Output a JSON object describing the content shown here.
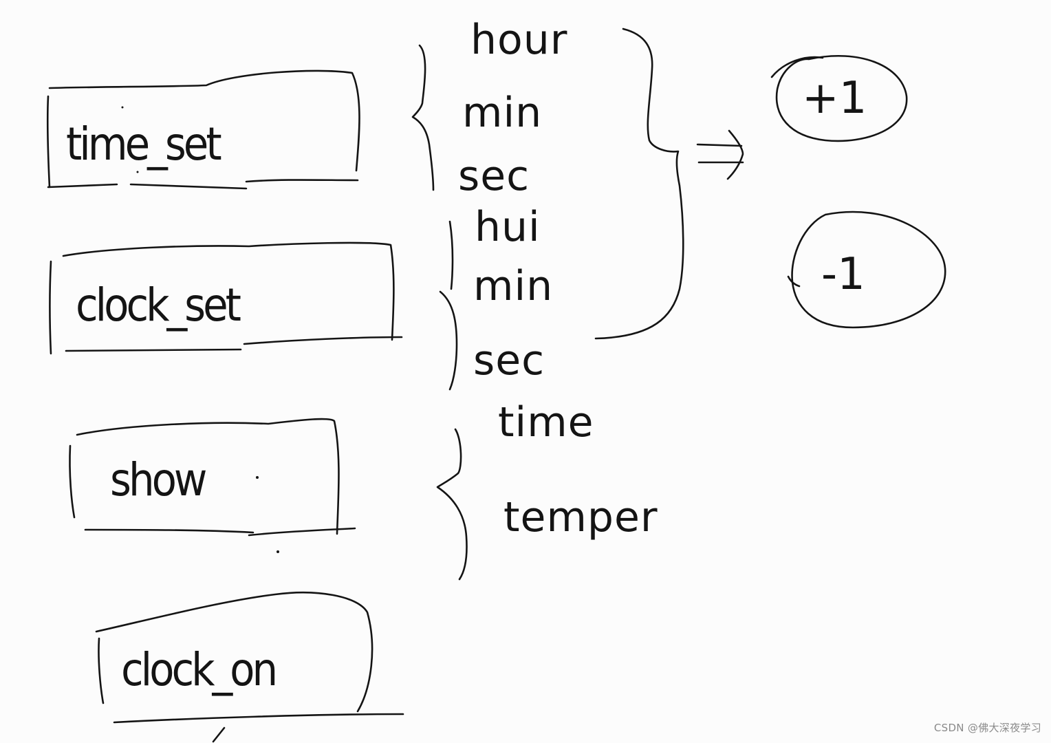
{
  "boxes": {
    "time_set": "time_set",
    "clock_set": "clock_set",
    "show": "show",
    "clock_on": "clock_on"
  },
  "time_set_items": [
    "hour",
    "min",
    "sec"
  ],
  "clock_set_items": [
    "hui",
    "min",
    "sec"
  ],
  "show_items": [
    "time",
    "temper"
  ],
  "implies": "⇒",
  "operations": {
    "plus": "+1",
    "minus": "-1"
  },
  "watermark": "CSDN @佛大深夜学习"
}
